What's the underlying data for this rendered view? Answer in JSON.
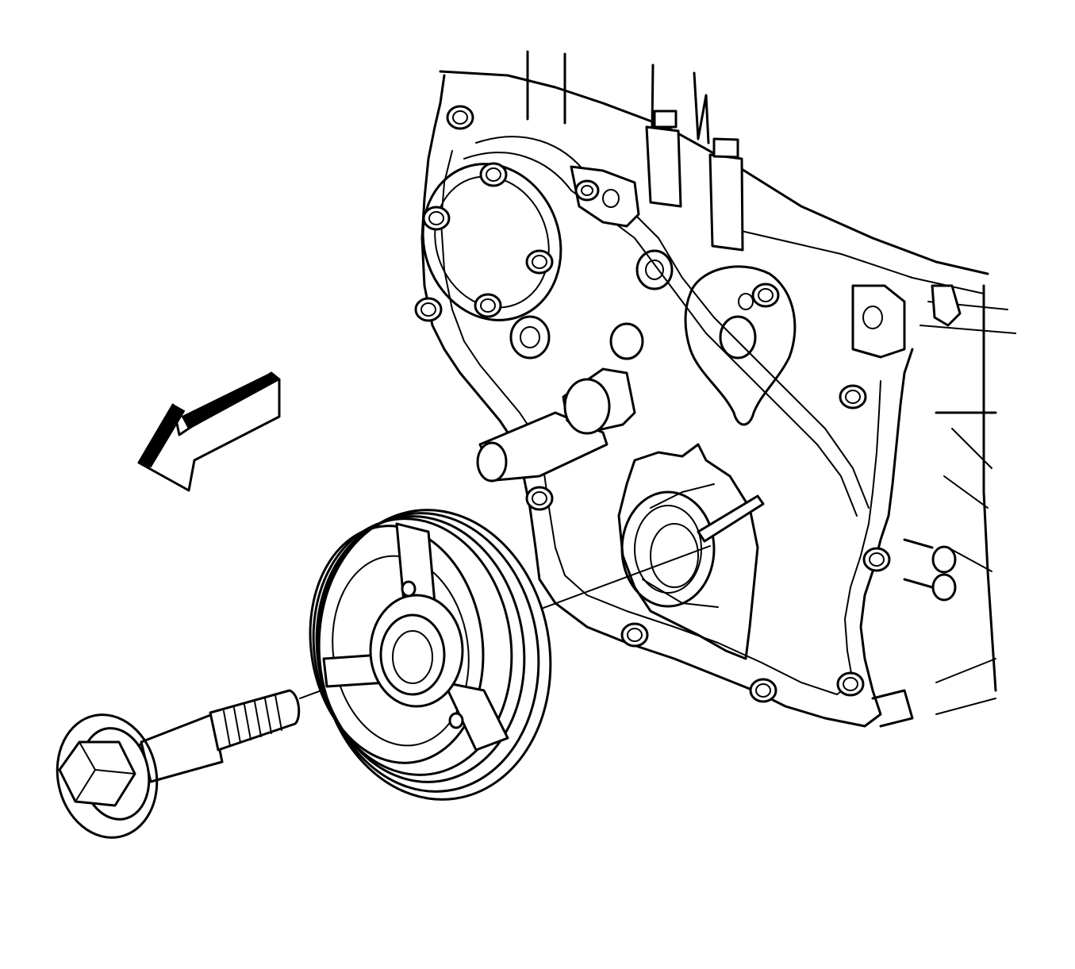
{
  "figure": {
    "colors": {
      "line": "#000000",
      "background": "#ffffff"
    },
    "parts": [
      {
        "id": "engine-front-cover",
        "icon": "engine-front-cover-icon"
      },
      {
        "id": "crankshaft-balancer",
        "icon": "pulley-icon"
      },
      {
        "id": "balancer-bolt",
        "icon": "bolt-icon"
      },
      {
        "id": "direction-arrow",
        "icon": "arrow-left-icon",
        "direction": "front-of-engine"
      }
    ]
  }
}
